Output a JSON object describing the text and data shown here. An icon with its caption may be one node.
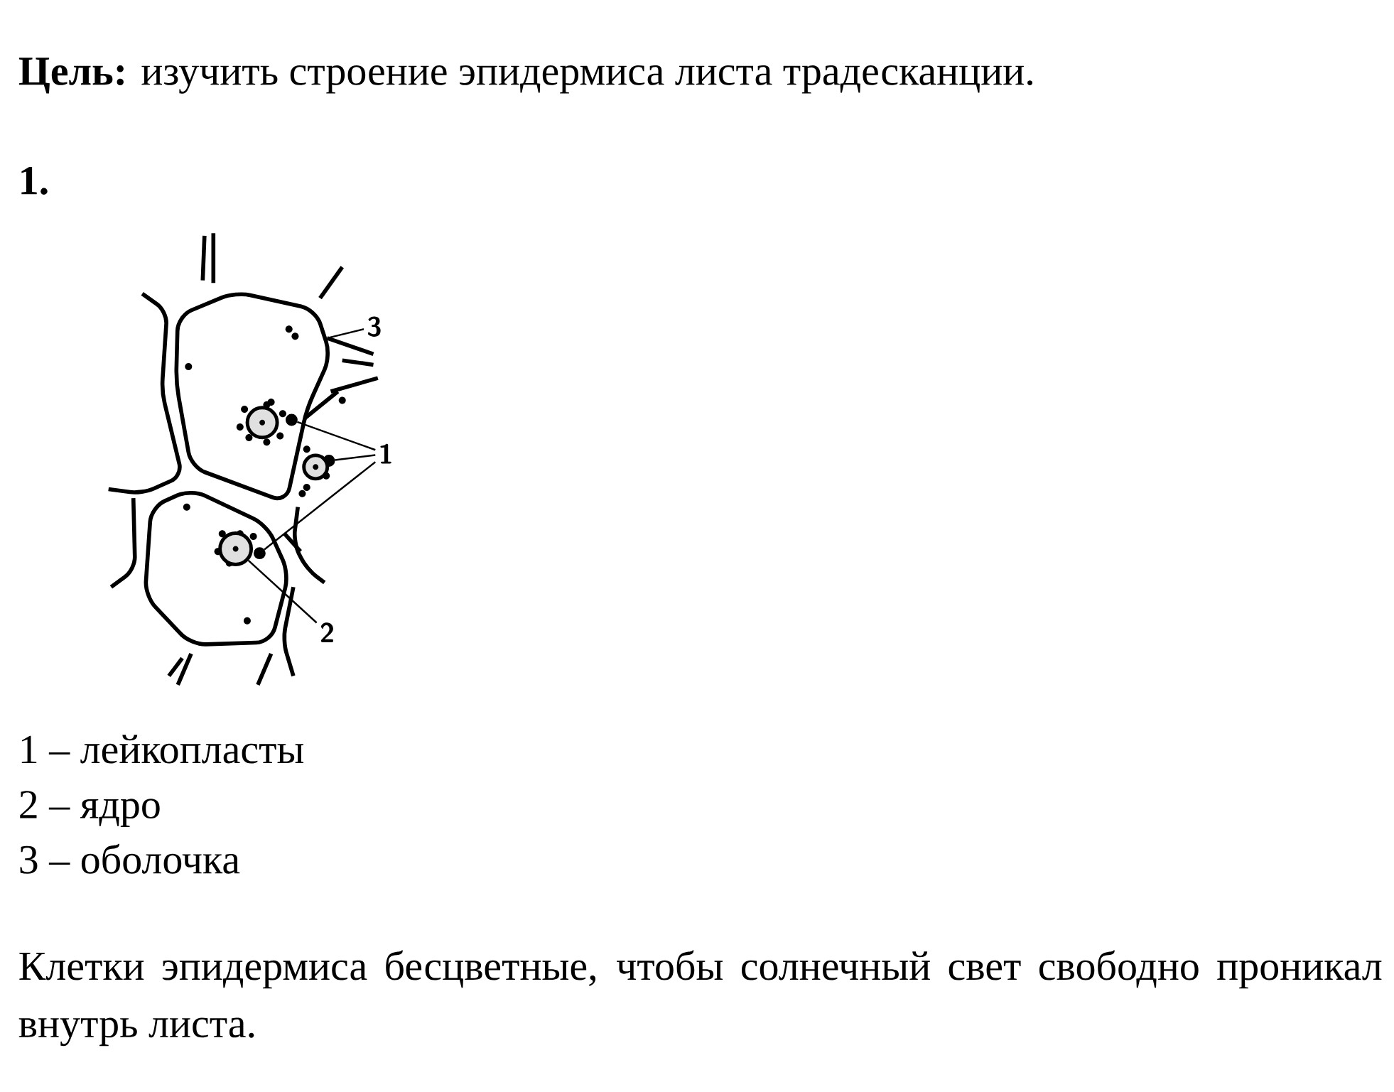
{
  "diagram": {
    "title": "**Цель:** изучить строение эпидермиса листа традесканции.",
    "nodes": [
      {
        "text": [
          "1"
        ]
      },
      {
        "text": [
          "2"
        ]
      },
      {
        "text": [
          "3"
        ]
      },
      {
        "text": [],
        "shape": "circle"
      },
      {
        "text": [],
        "shape": "circle"
      },
      {
        "text": [],
        "shape": "circle"
      },
      {
        "text": [],
        "shape": "circle"
      },
      {
        "text": [],
        "shape": "circle"
      },
      {
        "text": [],
        "shape": "circle"
      }
    ],
    "edges": [
      {
        "from": 0,
        "to": 5,
        "arrow": "none"
      },
      {
        "from": 0,
        "to": 6,
        "arrow": "none"
      },
      {
        "from": 0,
        "to": 4,
        "arrow": "none"
      },
      {
        "from": 1,
        "to": 3,
        "arrow": "none"
      },
      {
        "from": 2,
        "to": null,
        "arrow": "none"
      }
    ],
    "labels": [
      "1.",
      "1 – лейкопласты",
      "2 – ядро",
      "3 – оболочка",
      "Клетки эпидермиса бесцветные, чтобы солнечный свет свободно проникал внутрь листа."
    ]
  }
}
